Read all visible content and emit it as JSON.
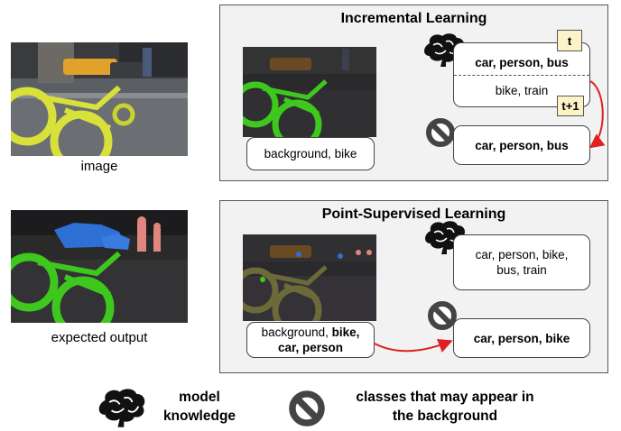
{
  "left": {
    "image_caption": "image",
    "expected_caption": "expected output"
  },
  "incremental": {
    "title": "Incremental Learning",
    "background_label": "background, bike",
    "old_classes": "car, person, bus",
    "new_classes": "bike, train",
    "tag_t": "t",
    "tag_t1": "t+1",
    "bg_classes": "car, person, bus"
  },
  "point": {
    "title": "Point-Supervised Learning",
    "bg_label_prefix": "background, ",
    "bg_label_bold1": "bike,",
    "bg_label_bold2": "car, person",
    "knowledge_line1": "car, person, bike,",
    "knowledge_line2": "bus, train",
    "bg_classes": "car, person, bike"
  },
  "legend": {
    "brain_label_line1": "model",
    "brain_label_line2": "knowledge",
    "ban_label_line1": "classes that may appear in",
    "ban_label_line2": "the background"
  },
  "colors": {
    "bike_yellow": "#d8e03a",
    "bike_green": "#3ec81e",
    "car_blue": "#2e6fd6",
    "person_pink": "#e0867e",
    "tag_fill": "#fdf3c8",
    "arrow_red": "#e02020",
    "panel_bg": "#f2f2f2"
  }
}
